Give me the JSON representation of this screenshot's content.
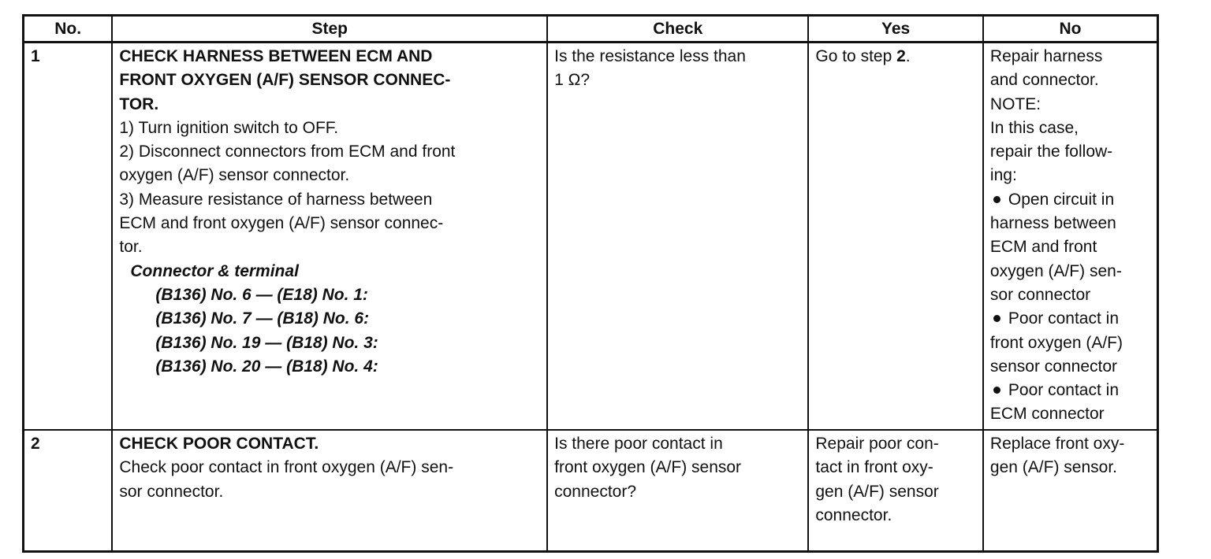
{
  "headers": {
    "no": "No.",
    "step": "Step",
    "check": "Check",
    "yes": "Yes",
    "no_action": "No"
  },
  "rows": [
    {
      "number": "1",
      "step": {
        "title_lines": [
          "CHECK HARNESS BETWEEN ECM AND",
          "FRONT OXYGEN (A/F) SENSOR CONNEC-",
          "TOR."
        ],
        "lines": [
          "1) Turn ignition switch to OFF.",
          "2) Disconnect connectors from ECM and front",
          "oxygen (A/F) sensor connector.",
          "3) Measure resistance of harness between",
          "ECM and front oxygen (A/F) sensor connec-",
          "tor."
        ],
        "connector_heading": "Connector & terminal",
        "connector_items": [
          "(B136) No. 6 — (E18) No. 1:",
          "(B136) No. 7 — (B18) No. 6:",
          "(B136) No. 19 — (B18) No. 3:",
          "(B136) No. 20 — (B18) No. 4:"
        ]
      },
      "check_lines": [
        "Is the resistance less than",
        "1 Ω?"
      ],
      "yes": {
        "prefix": "Go to step ",
        "step_ref": "2",
        "suffix": "."
      },
      "no_lines": [
        "Repair harness",
        "and connector.",
        "NOTE:",
        "In this case,",
        "repair the follow-",
        "ing:"
      ],
      "no_bullets": [
        [
          "Open circuit in",
          "harness between",
          "ECM and front",
          "oxygen (A/F) sen-",
          "sor connector"
        ],
        [
          "Poor contact in",
          "front oxygen (A/F)",
          "sensor connector"
        ],
        [
          "Poor contact in",
          "ECM connector"
        ]
      ]
    },
    {
      "number": "2",
      "step": {
        "title_lines": [
          "CHECK POOR CONTACT."
        ],
        "lines": [
          "Check poor contact in front oxygen (A/F) sen-",
          "sor connector."
        ]
      },
      "check_lines": [
        "Is there poor contact in",
        "front oxygen (A/F) sensor",
        "connector?"
      ],
      "yes_lines": [
        "Repair poor con-",
        "tact in front oxy-",
        "gen (A/F) sensor",
        "connector."
      ],
      "no_lines": [
        "Replace front oxy-",
        "gen (A/F) sensor."
      ]
    }
  ]
}
